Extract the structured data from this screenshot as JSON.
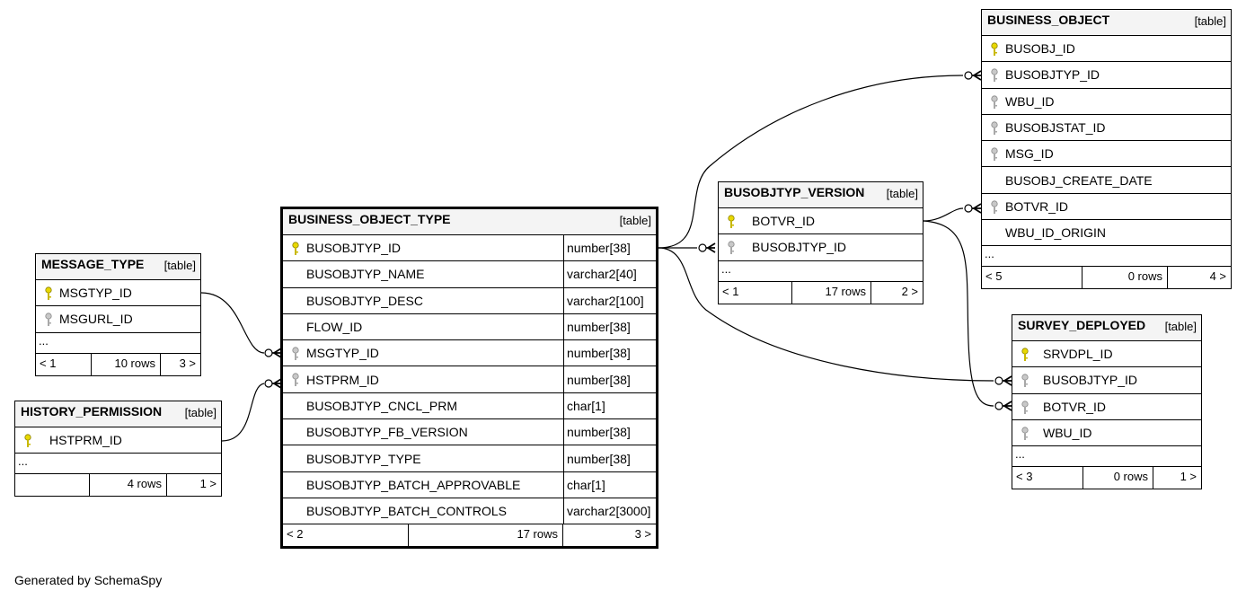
{
  "tables": {
    "business_object": {
      "name": "BUSINESS_OBJECT",
      "type": "[table]",
      "columns": [
        "BUSOBJ_ID",
        "BUSOBJTYP_ID",
        "WBU_ID",
        "BUSOBJSTAT_ID",
        "MSG_ID",
        "BUSOBJ_CREATE_DATE",
        "BOTVR_ID",
        "WBU_ID_ORIGIN"
      ],
      "ellipsis": "...",
      "footer": [
        "< 5",
        "0 rows",
        "4 >"
      ]
    },
    "busobjtyp_version": {
      "name": "BUSOBJTYP_VERSION",
      "type": "[table]",
      "columns": [
        "BOTVR_ID",
        "BUSOBJTYP_ID"
      ],
      "ellipsis": "...",
      "footer": [
        "< 1",
        "17 rows",
        "2 >"
      ]
    },
    "business_object_type": {
      "name": "BUSINESS_OBJECT_TYPE",
      "type": "[table]",
      "columns": [
        {
          "name": "BUSOBJTYP_ID",
          "type": "number[38]"
        },
        {
          "name": "BUSOBJTYP_NAME",
          "type": "varchar2[40]"
        },
        {
          "name": "BUSOBJTYP_DESC",
          "type": "varchar2[100]"
        },
        {
          "name": "FLOW_ID",
          "type": "number[38]"
        },
        {
          "name": "MSGTYP_ID",
          "type": "number[38]"
        },
        {
          "name": "HSTPRM_ID",
          "type": "number[38]"
        },
        {
          "name": "BUSOBJTYP_CNCL_PRM",
          "type": "char[1]"
        },
        {
          "name": "BUSOBJTYP_FB_VERSION",
          "type": "number[38]"
        },
        {
          "name": "BUSOBJTYP_TYPE",
          "type": "number[38]"
        },
        {
          "name": "BUSOBJTYP_BATCH_APPROVABLE",
          "type": "char[1]"
        },
        {
          "name": "BUSOBJTYP_BATCH_CONTROLS",
          "type": "varchar2[3000]"
        }
      ],
      "footer": [
        "< 2",
        "17 rows",
        "3 >"
      ]
    },
    "message_type": {
      "name": "MESSAGE_TYPE",
      "type": "[table]",
      "columns": [
        "MSGTYP_ID",
        "MSGURL_ID"
      ],
      "ellipsis": "...",
      "footer": [
        "< 1",
        "10 rows",
        "3 >"
      ]
    },
    "history_permission": {
      "name": "HISTORY_PERMISSION",
      "type": "[table]",
      "columns": [
        "HSTPRM_ID"
      ],
      "ellipsis": "...",
      "footer": [
        "",
        "4 rows",
        "1 >"
      ]
    },
    "survey_deployed": {
      "name": "SURVEY_DEPLOYED",
      "type": "[table]",
      "columns": [
        "SRVDPL_ID",
        "BUSOBJTYP_ID",
        "BOTVR_ID",
        "WBU_ID"
      ],
      "ellipsis": "...",
      "footer": [
        "< 3",
        "0 rows",
        "1 >"
      ]
    }
  },
  "colors": {
    "primary_key": "#e8d800",
    "foreign_key": "#a8a8a8",
    "header_bg": "#f4f4f4"
  },
  "generated_by": "Generated by SchemaSpy"
}
